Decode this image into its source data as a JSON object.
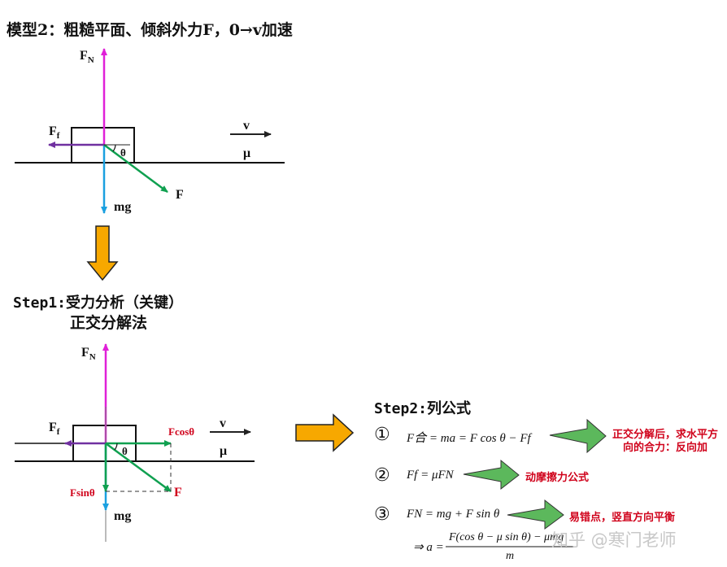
{
  "model_title": "模型2：粗糙平面、倾斜外力F，0→v加速",
  "diagram1": {
    "fn": "F",
    "fn_sub": "N",
    "ff": "F",
    "ff_sub": "f",
    "theta": "θ",
    "f": "F",
    "mg": "mg",
    "v": "v",
    "mu": "μ"
  },
  "step1": {
    "title": "Step1:受力分析（关键）",
    "subtitle": "正交分解法"
  },
  "diagram2": {
    "fn": "F",
    "fn_sub": "N",
    "ff": "F",
    "ff_sub": "f",
    "fcos": "Fcosθ",
    "fsin": "Fsinθ",
    "theta": "θ",
    "f": "F",
    "mg": "mg",
    "v": "v",
    "mu": "μ"
  },
  "step2": {
    "title": "Step2:列公式",
    "formulas": [
      {
        "num": "①",
        "text": "F合 = ma = F cos θ − Ff",
        "note": "正交分解后，求水平方向的合力：反向加"
      },
      {
        "num": "②",
        "text": "Ff = μFN",
        "note": "动摩擦力公式"
      },
      {
        "num": "③",
        "text": "FN = mg + F sin θ",
        "note": "易错点，竖直方向平衡"
      }
    ],
    "result_prefix": "⇒ a =",
    "result_numerator": "F(cos θ − μ sin θ) − μmg",
    "result_denominator": "m"
  },
  "colors": {
    "normal": "#e020d8",
    "friction": "#7030a0",
    "force": "#10a050",
    "gravity": "#1aa0e0",
    "arrow_fill": "#f7a800",
    "note_arrow_fill": "#5cb85c",
    "red": "#d0021b"
  },
  "watermark": "知乎 @寒门老师"
}
